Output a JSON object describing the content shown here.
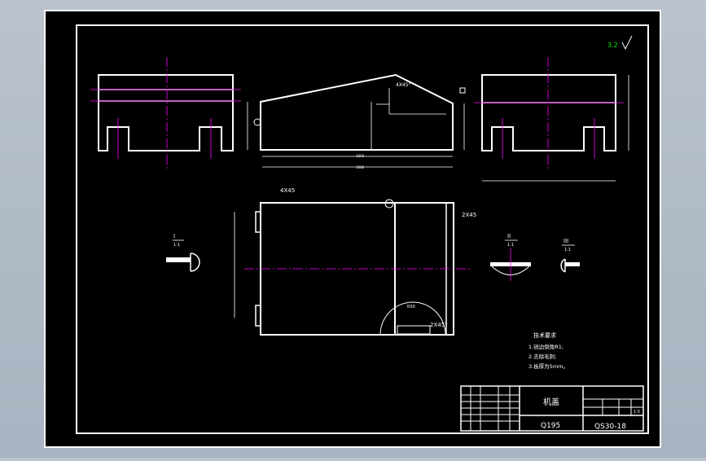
{
  "drawing": {
    "roughness": "3.2",
    "section_labels": {
      "I": {
        "roman": "I",
        "scale": "1:1"
      },
      "II": {
        "roman": "II",
        "scale": "1:1"
      },
      "III": {
        "roman": "III",
        "scale": "1:1"
      }
    },
    "dims": {
      "chamfer_top": "4X45°",
      "chamfer_plan": "4X45",
      "chamfer_right": "2X45",
      "chamfer_bottom": "2X45°",
      "r_bottom": "R50"
    },
    "tech_requirements": {
      "title": "技术要求",
      "items": [
        "1.锐边倒角R1;",
        "2.去除毛刺;",
        "3.板厚为5mm。"
      ]
    },
    "title_block": {
      "part_name": "机盖",
      "material": "Q195",
      "drawing_no": "QS30-18",
      "scale": "1:5"
    }
  }
}
